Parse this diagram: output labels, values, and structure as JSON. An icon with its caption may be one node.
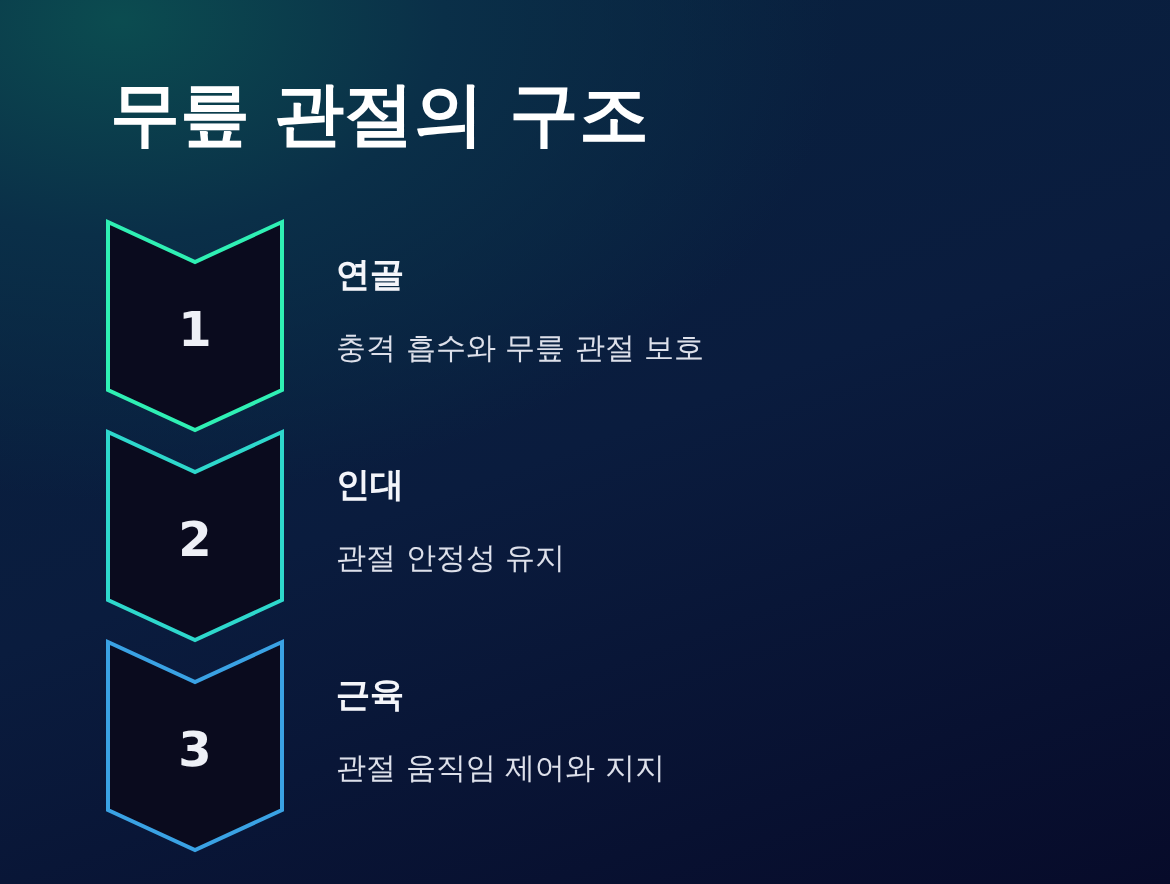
{
  "diagram": {
    "title": "무릎 관절의 구조",
    "nodes": [
      {
        "text": [
          "1"
        ],
        "beside": [
          "연골",
          "충격 흡수와 무릎 관절 보호"
        ]
      },
      {
        "text": [
          "2"
        ],
        "beside": [
          "인대",
          "관절 안정성 유지"
        ]
      },
      {
        "text": [
          "3"
        ],
        "beside": [
          "근육",
          "관절 움직임 제어와 지지"
        ]
      }
    ]
  }
}
